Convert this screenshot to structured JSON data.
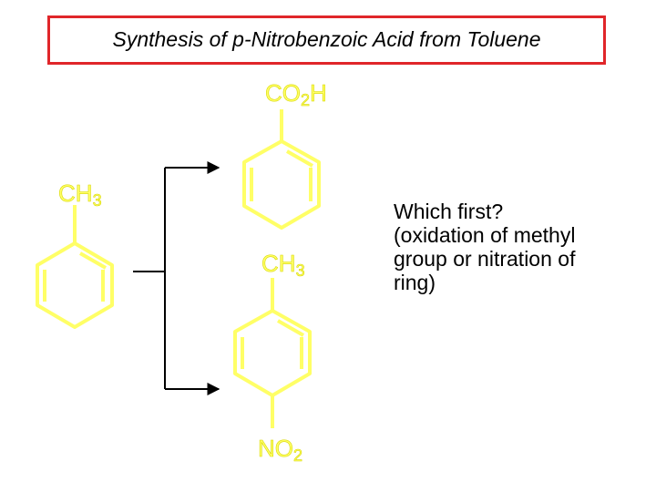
{
  "title": "Synthesis of p-Nitrobenzoic Acid from Toluene",
  "labels": {
    "toluene_group": {
      "main": "CH",
      "sub": "3"
    },
    "acid_group": {
      "pre": "CO",
      "sub": "2",
      "post": "H"
    },
    "methyl_group": {
      "main": "CH",
      "sub": "3"
    },
    "nitro_group": {
      "main": "NO",
      "sub": "2"
    }
  },
  "question_lines": [
    "Which first?",
    "(oxidation of methyl",
    "group or nitration of",
    "ring)"
  ],
  "colors": {
    "title_border": "#e0262a",
    "structure": "#ffff66",
    "arrows": "#000000"
  }
}
